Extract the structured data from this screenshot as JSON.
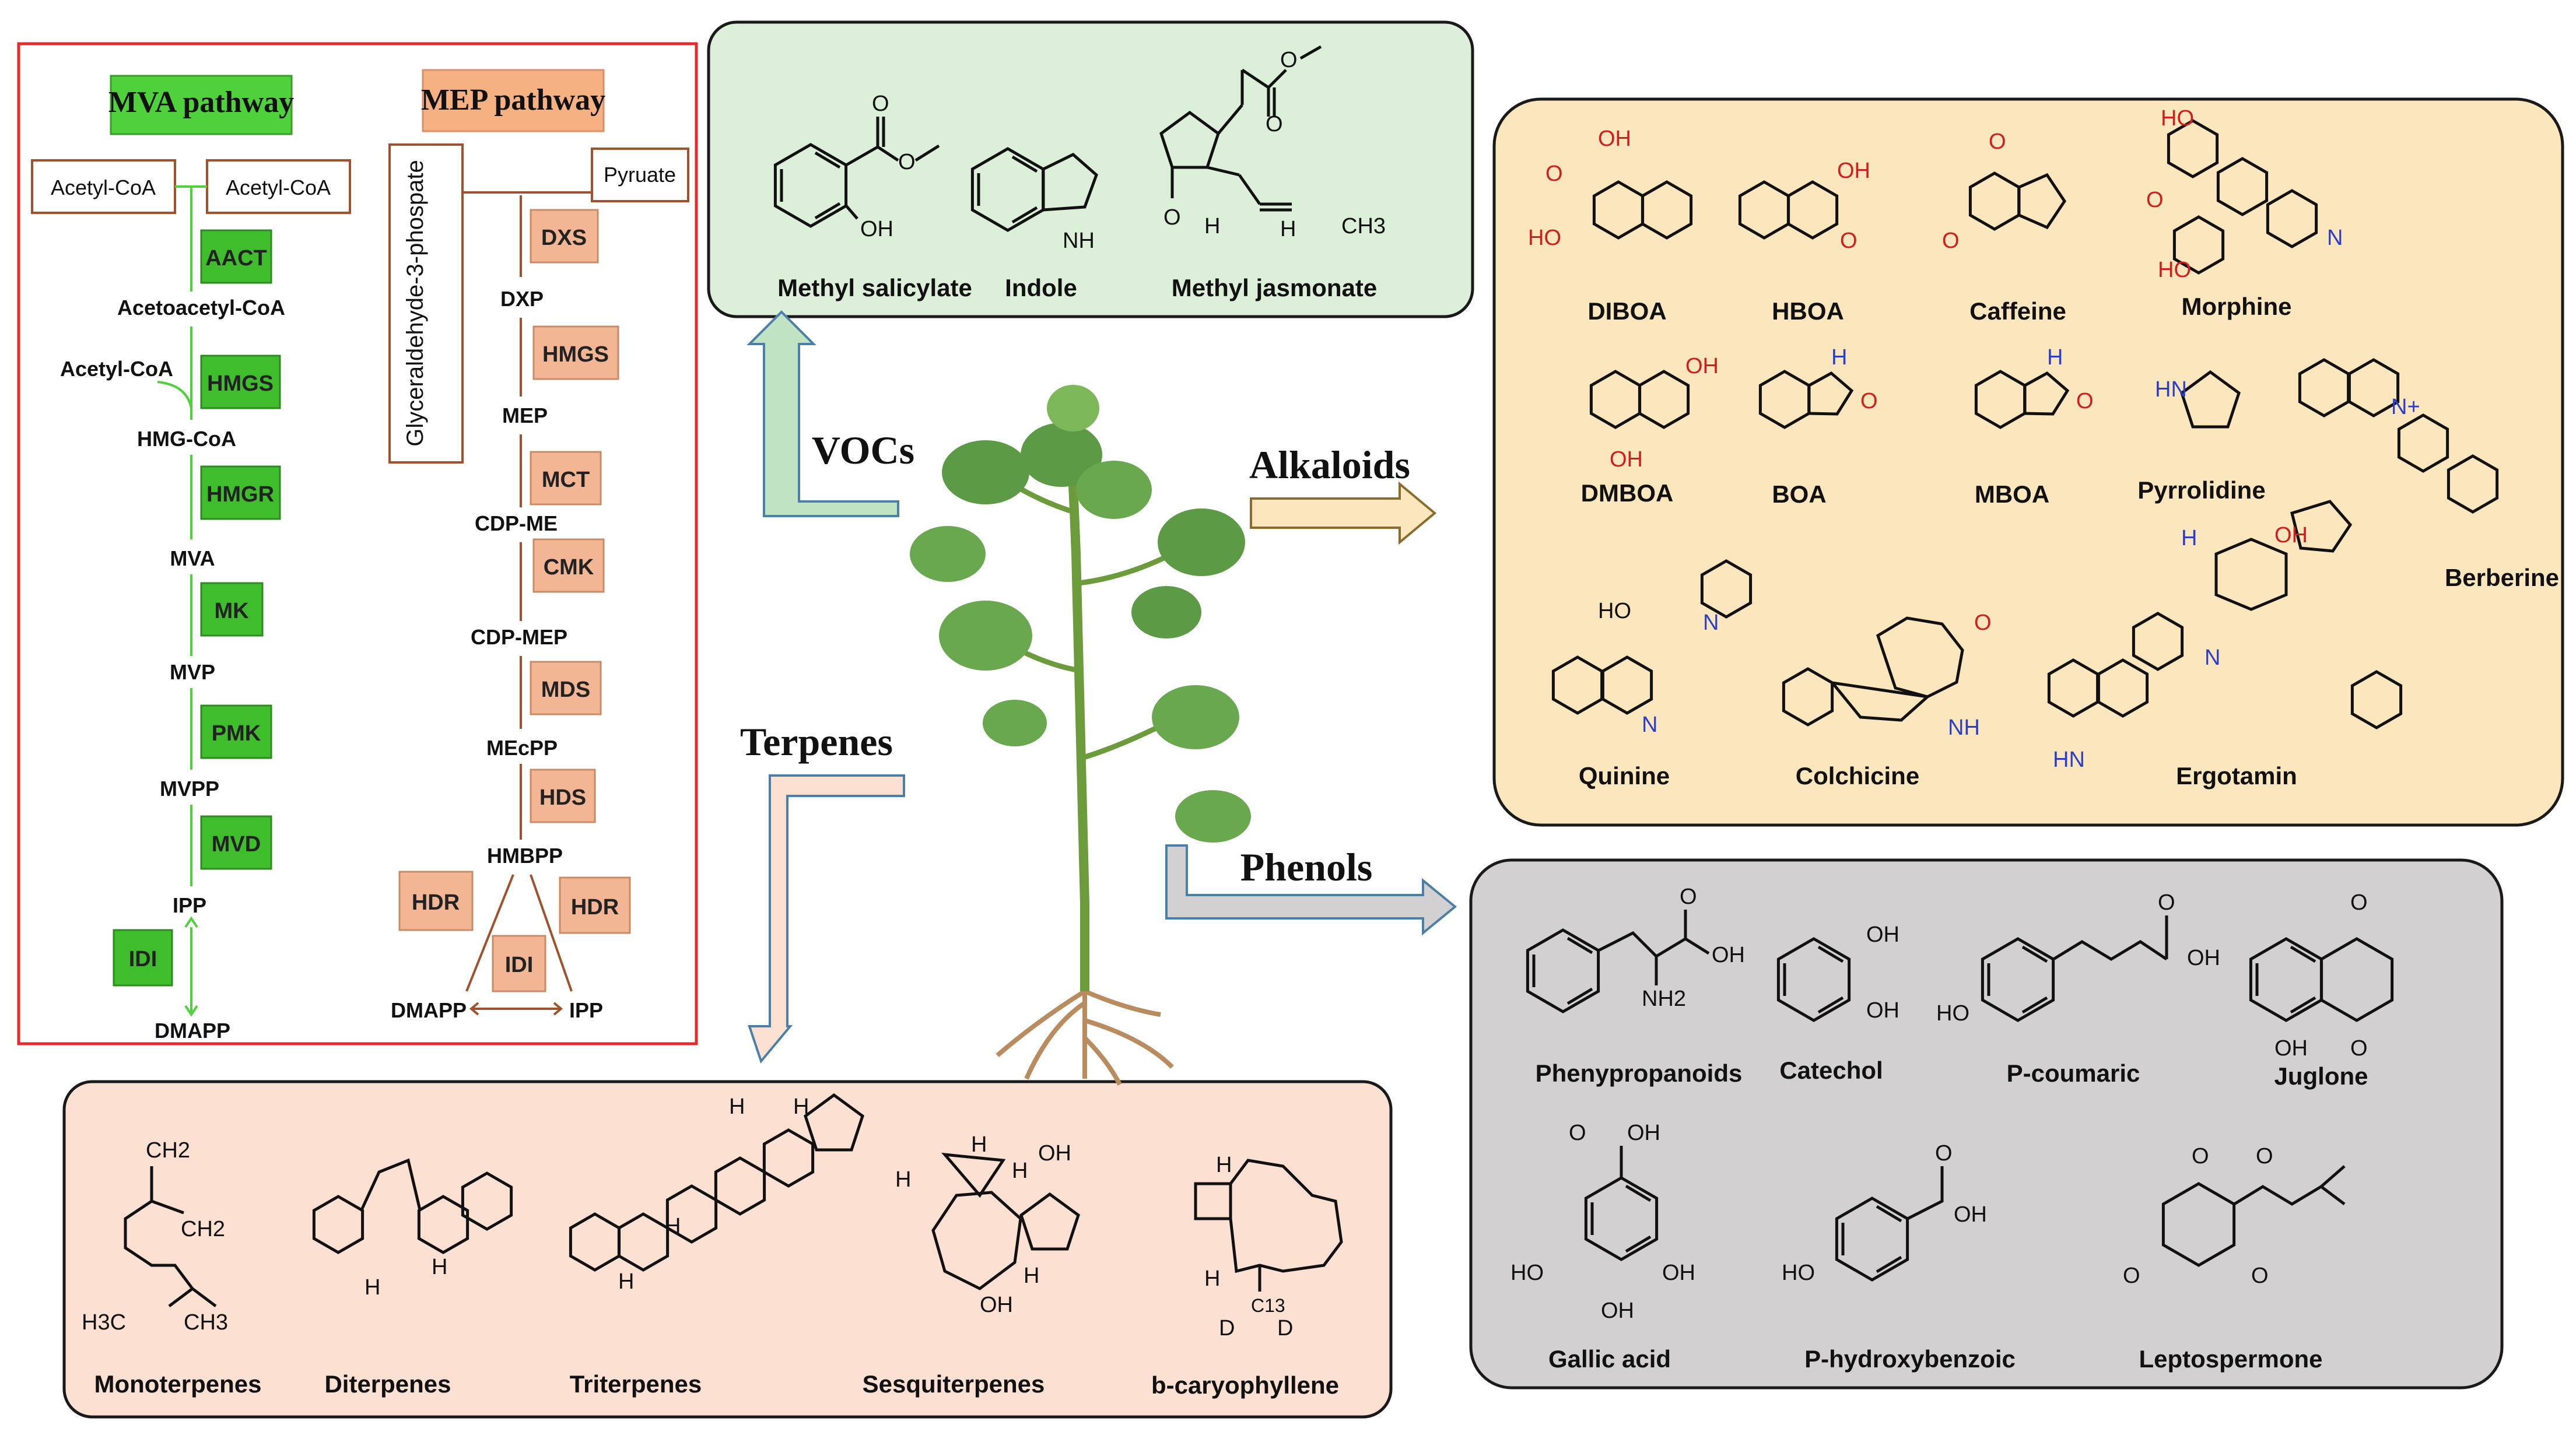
{
  "pathway_panel": {
    "mva_title": "MVA pathway",
    "mep_title": "MEP pathway",
    "mva": {
      "acetyl_coa_1": "Acetyl-CoA",
      "acetyl_coa_2": "Acetyl-CoA",
      "acetyl_coa_3": "Acetyl-CoA",
      "enzymes": [
        "AACT",
        "HMGS",
        "HMGR",
        "MK",
        "PMK",
        "MVD",
        "IDI"
      ],
      "metabolites": [
        "Acetoacetyl-CoA",
        "HMG-CoA",
        "MVA",
        "MVP",
        "MVPP",
        "IPP",
        "DMAPP"
      ]
    },
    "mep": {
      "glyceraldehyde": "Glyceraldehyde-3-phospate",
      "pyruvate": "Pyruate",
      "enzymes": [
        "DXS",
        "HMGS",
        "MCT",
        "CMK",
        "MDS",
        "HDS",
        "HDR",
        "HDR",
        "IDI"
      ],
      "metabolites": [
        "DXP",
        "MEP",
        "CDP-ME",
        "CDP-MEP",
        "MEcPP",
        "HMBPP",
        "DMAPP",
        "IPP"
      ]
    }
  },
  "categories": {
    "vocs": "VOCs",
    "alkaloids": "Alkaloids",
    "terpenes": "Terpenes",
    "phenols": "Phenols"
  },
  "vocs_panel": {
    "compounds": [
      "Methyl salicylate",
      "Indole",
      "Methyl jasmonate"
    ]
  },
  "alkaloids_panel": {
    "compounds": [
      "DIBOA",
      "HBOA",
      "Caffeine",
      "Morphine",
      "DMBOA",
      "BOA",
      "MBOA",
      "Pyrrolidine",
      "Berberine",
      "Quinine",
      "Colchicine",
      "Ergotamin"
    ]
  },
  "terpenes_panel": {
    "compounds": [
      "Monoterpenes",
      "Diterpenes",
      "Triterpenes",
      "Sesquiterpenes",
      "b-caryophyllene"
    ]
  },
  "phenols_panel": {
    "compounds": [
      "Phenypropanoids",
      "Catechol",
      "P-coumaric",
      "Juglone",
      "Gallic acid",
      "P-hydroxybenzoic",
      "Leptospermone"
    ]
  },
  "atoms": {
    "o": "O",
    "oh": "OH",
    "nh": "NH",
    "h": "H",
    "n": "N",
    "hn": "HN",
    "ho": "HO",
    "ch2": "CH2",
    "ch3": "CH3",
    "h3c": "H3C",
    "nh2": "NH2",
    "c13": "C13",
    "d": "D",
    "nplus": "N+"
  },
  "colors": {
    "vocs_panel": "#dcefd8",
    "alkaloids_panel": "#fbe6bd",
    "terpenes_panel": "#fce0d2",
    "phenols_panel": "#d2d0d0",
    "pathway_border": "#e52a2a",
    "mva_header": "#4fd13b",
    "mep_header": "#f6b183",
    "mva_enzyme": "#3fbd2c",
    "mep_enzyme": "#f3b694"
  }
}
